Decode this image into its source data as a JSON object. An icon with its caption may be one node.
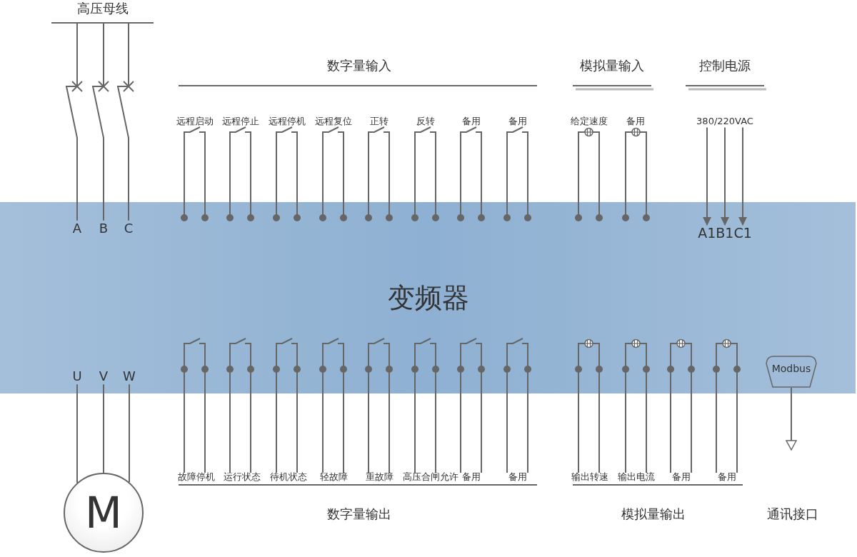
{
  "diagram": {
    "nodes": [
      {
        "text": [
          "变频器"
        ]
      },
      {
        "text": [
          "高压母线"
        ]
      },
      {
        "text": [
          "A"
        ],
        "in": 0
      },
      {
        "text": [
          "B"
        ],
        "in": 0
      },
      {
        "text": [
          "C"
        ],
        "in": 0
      },
      {
        "text": [
          "U"
        ],
        "in": 0
      },
      {
        "text": [
          "V"
        ],
        "in": 0
      },
      {
        "text": [
          "W"
        ],
        "in": 0
      },
      {
        "text": [
          "M"
        ]
      },
      {
        "text": [
          "380/220VAC"
        ]
      },
      {
        "text": [
          "A1B1C1"
        ],
        "in": 0
      },
      {
        "text": [
          "Modbus"
        ],
        "in": 0
      }
    ],
    "edges": [
      {
        "from": 1,
        "to": 2,
        "arrow": "none"
      },
      {
        "from": 1,
        "to": 3,
        "arrow": "none"
      },
      {
        "from": 1,
        "to": 4,
        "arrow": "none"
      },
      {
        "from": 5,
        "to": 8,
        "arrow": "none"
      },
      {
        "from": 6,
        "to": 8,
        "arrow": "none"
      },
      {
        "from": 7,
        "to": 8,
        "arrow": "none"
      },
      {
        "from": 9,
        "to": 10,
        "arrow": "to"
      },
      {
        "from": 9,
        "to": 10,
        "arrow": "to"
      },
      {
        "from": 9,
        "to": 10,
        "arrow": "to"
      },
      {
        "from": 11,
        "to": null,
        "arrow": "to"
      }
    ],
    "labels": [
      "数字量输入",
      "模拟量输入",
      "控制电源",
      "远程启动",
      "远程停止",
      "远程停机",
      "远程复位",
      "正转",
      "反转",
      "备用",
      "备用",
      "给定速度",
      "备用",
      "故障停机",
      "运行状态",
      "待机状态",
      "轻故障",
      "重故障",
      "高压合闸允许",
      "备用",
      "备用",
      "输出转速",
      "输出电流",
      "备用",
      "备用",
      "数字量输出",
      "模拟量输出",
      "通讯接口"
    ]
  }
}
